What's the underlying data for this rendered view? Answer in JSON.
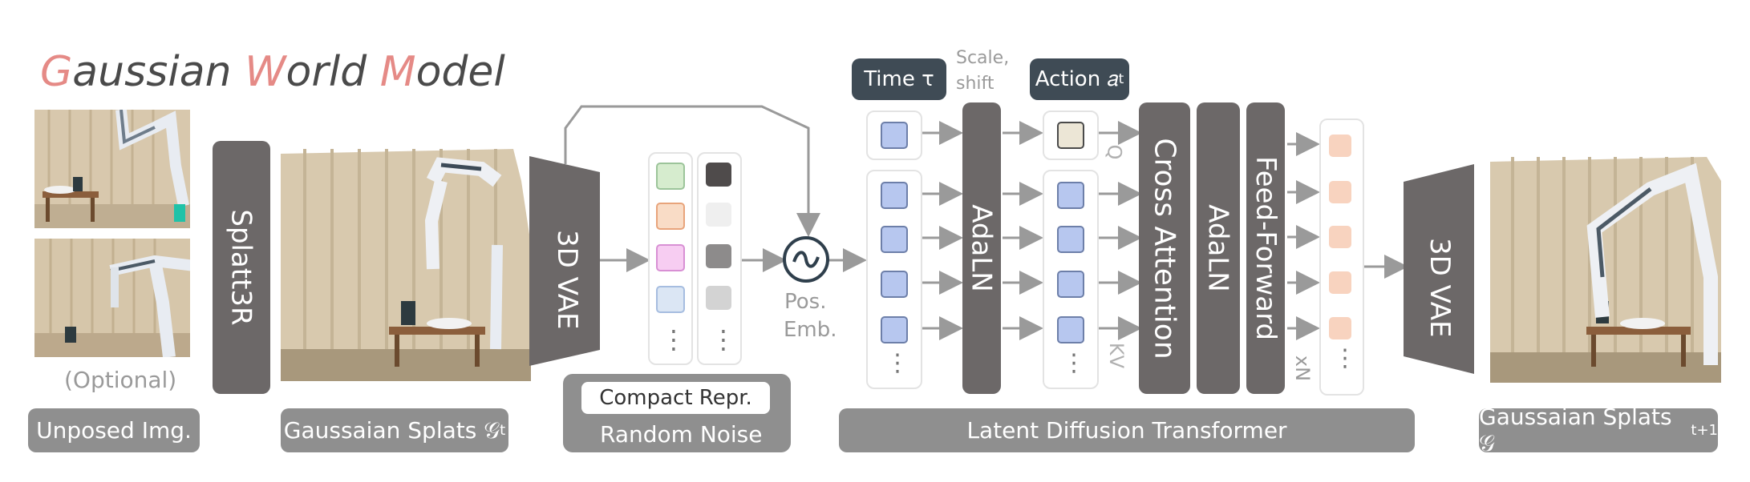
{
  "title": {
    "g": "G",
    "aussian": "aussian ",
    "w": "W",
    "orld": "orld ",
    "m": "M",
    "odel": "odel"
  },
  "labels": {
    "optional": "(Optional)",
    "unposed_img": "Unposed Img.",
    "splat3r": "Splatt3R",
    "gaussian_splats_t": "Gaussaian Splats 𝒢",
    "gaussian_splats_t_sub": "t",
    "vae_left": "3D VAE",
    "compact_repr": "Compact Repr.",
    "random_noise": "Random Noise",
    "pos_emb_1": "Pos.",
    "pos_emb_2": "Emb.",
    "time": "Time τ",
    "scale_shift_1": "Scale,",
    "scale_shift_2": "shift",
    "action": "Action 𝑎",
    "action_sub": "t",
    "adaln_1": "AdaLN",
    "q": "Q",
    "kv": "KV",
    "cross_attention": "Cross Attention",
    "adaln_2": "AdaLN",
    "feed_forward": "Feed-Forward",
    "xn": "xN",
    "latent_diffusion_transformer": "Latent Diffusion Transformer",
    "vae_right": "3D VAE",
    "gaussian_splats_t1": "Gaussaian Splats 𝒢",
    "gaussian_splats_t1_sub": "t+1",
    "ellipsis": "⋮"
  },
  "colors": {
    "title_highlight": "#e58a86",
    "dark_bar": "#6c6868",
    "pill_grey": "#8f8f8f",
    "token_blue": "#b7c7ef",
    "token_peach": "#f8d3bf",
    "token_action": "#ece6d6",
    "repr_green": "#d6ecce",
    "repr_orange": "#f9dcc6",
    "repr_pink": "#f7cdf2",
    "repr_lightblue": "#dbe6f4"
  }
}
